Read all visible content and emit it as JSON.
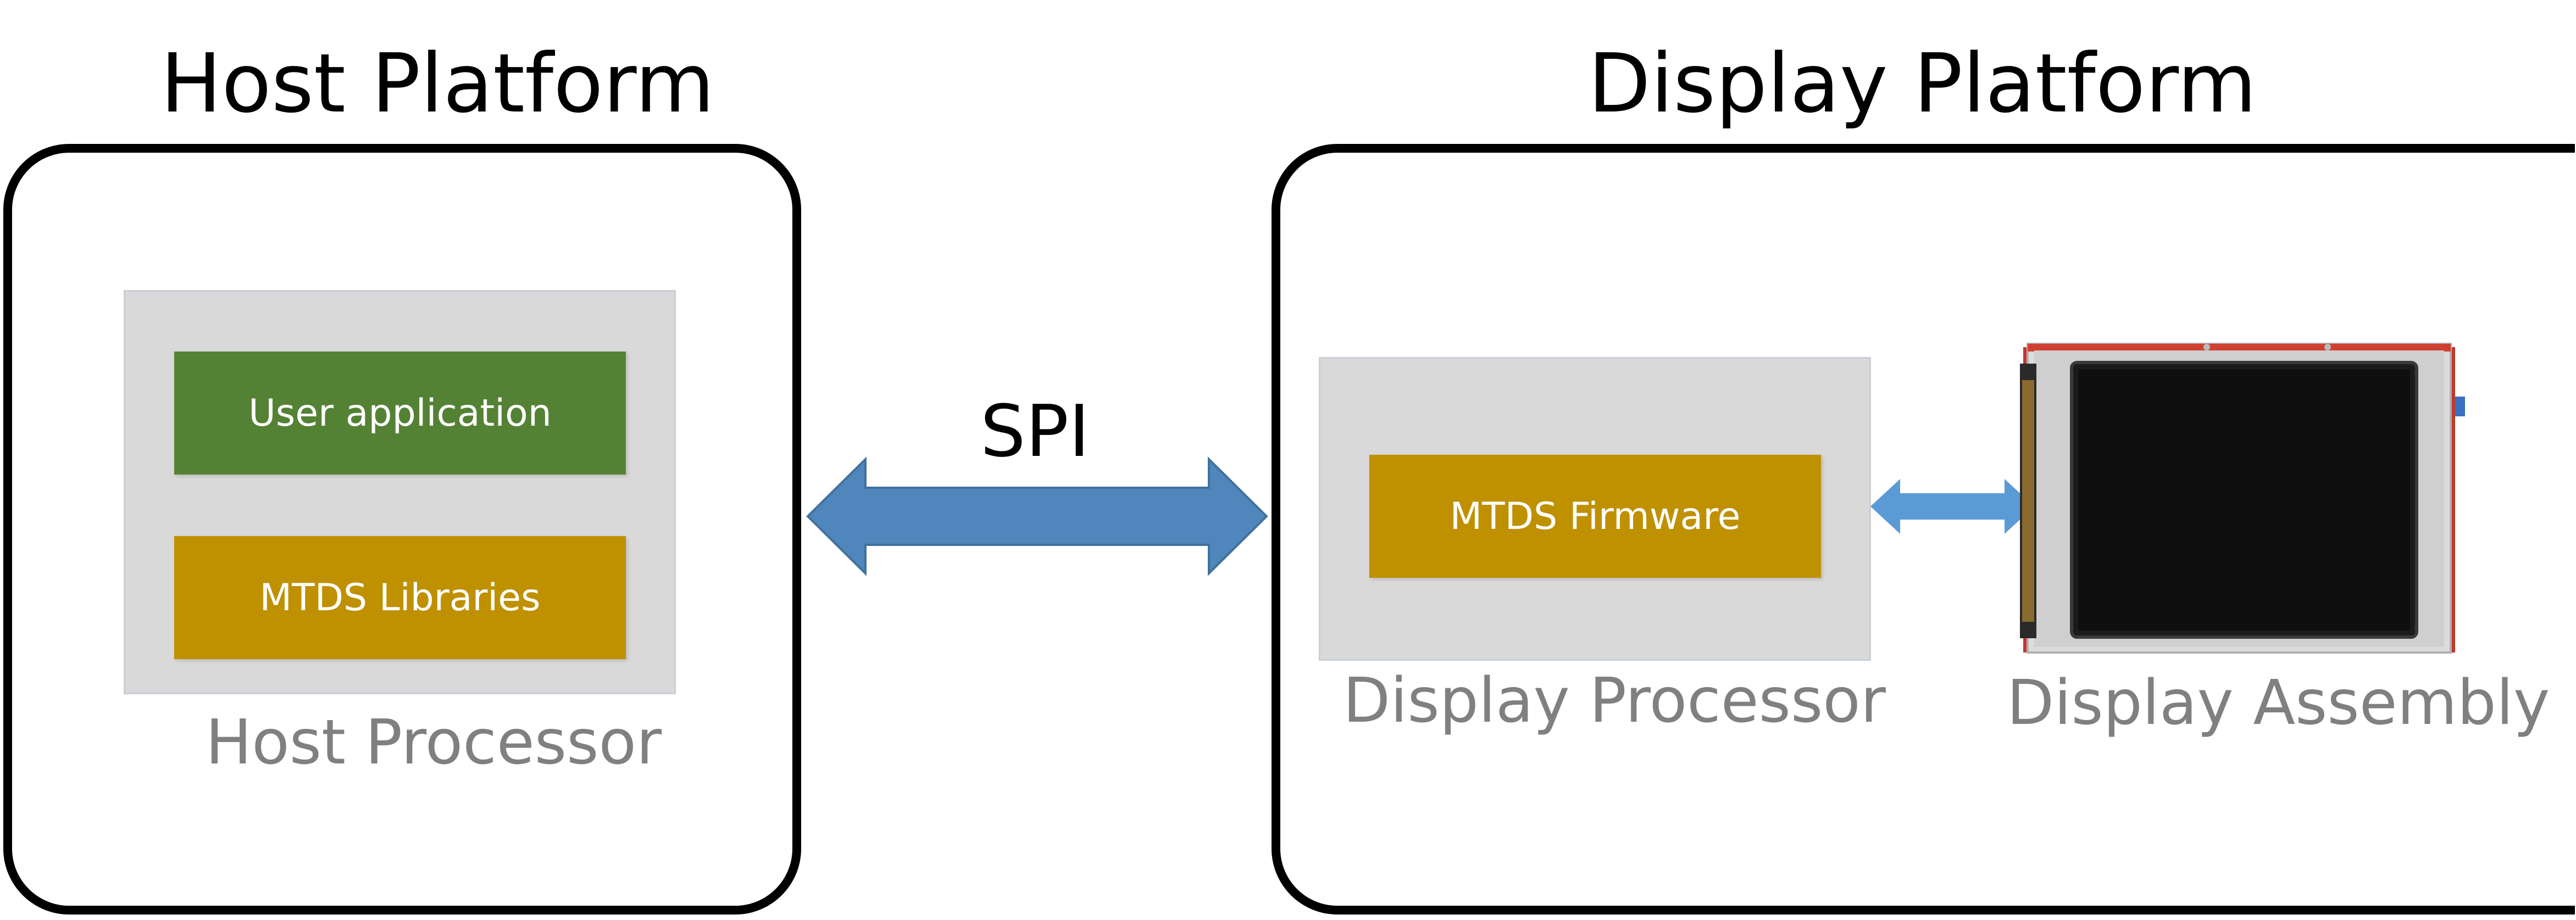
{
  "host": {
    "title": "Host Platform",
    "processor_label": "Host Processor",
    "blocks": {
      "user_app": "User application",
      "libraries": "MTDS Libraries"
    }
  },
  "display": {
    "title": "Display Platform",
    "processor_label": "Display Processor",
    "assembly_label": "Display Assembly",
    "blocks": {
      "firmware": "MTDS Firmware"
    }
  },
  "link": {
    "label": "SPI"
  },
  "colors": {
    "green_block": "#548235",
    "gold_block": "#bf9000",
    "arrow_blue": "#4f86bc",
    "small_arrow_blue": "#5b9bd5",
    "processor_gray": "#d9d9d9"
  }
}
